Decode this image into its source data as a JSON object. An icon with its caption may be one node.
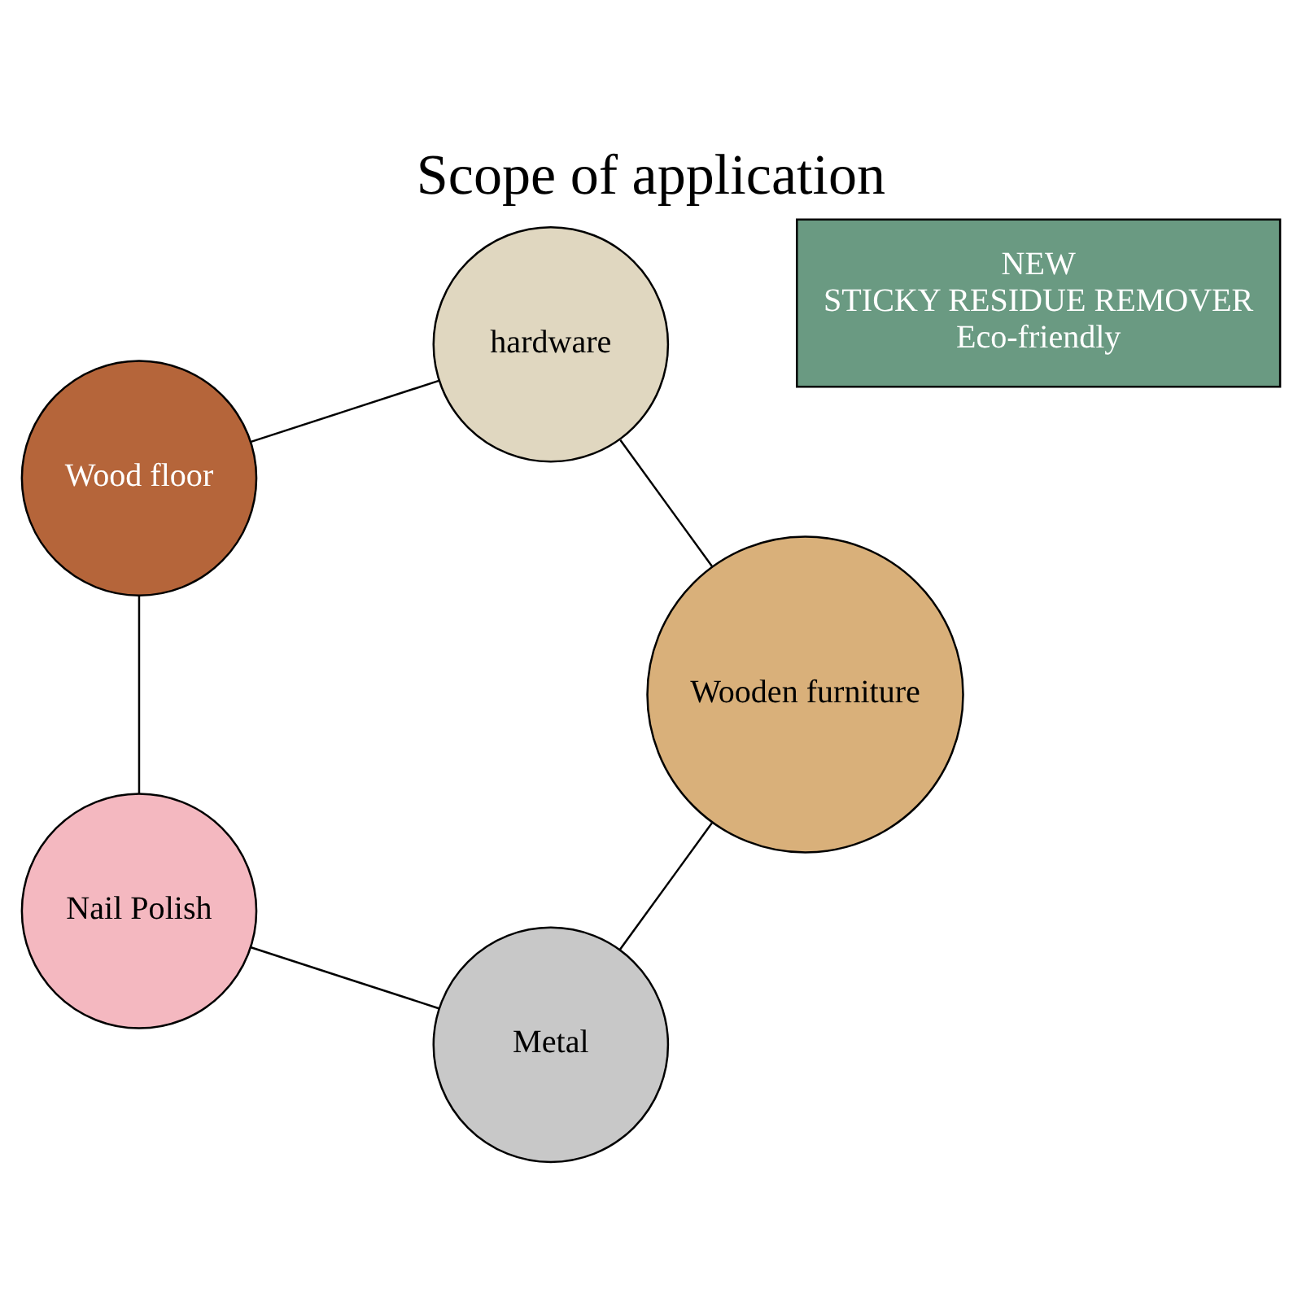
{
  "diagram": {
    "title": "Scope of application",
    "nodes": [
      {
        "text": [
          "Metal"
        ]
      },
      {
        "text": [
          "Nail Polish"
        ]
      },
      {
        "text": [
          "Wood floor"
        ]
      },
      {
        "text": [
          "hardware"
        ]
      },
      {
        "text": [
          "Wooden furniture"
        ]
      },
      {
        "text": [
          "NEW",
          "STICKY RESIDUE REMOVER",
          "Eco-friendly"
        ]
      }
    ],
    "edges": [
      {
        "from": 0,
        "to": 1,
        "arrow": "none"
      },
      {
        "from": 1,
        "to": 2,
        "arrow": "none"
      },
      {
        "from": 2,
        "to": 3,
        "arrow": "none"
      },
      {
        "from": 3,
        "to": 4,
        "arrow": "none"
      },
      {
        "from": 4,
        "to": 0,
        "arrow": "none"
      }
    ]
  }
}
